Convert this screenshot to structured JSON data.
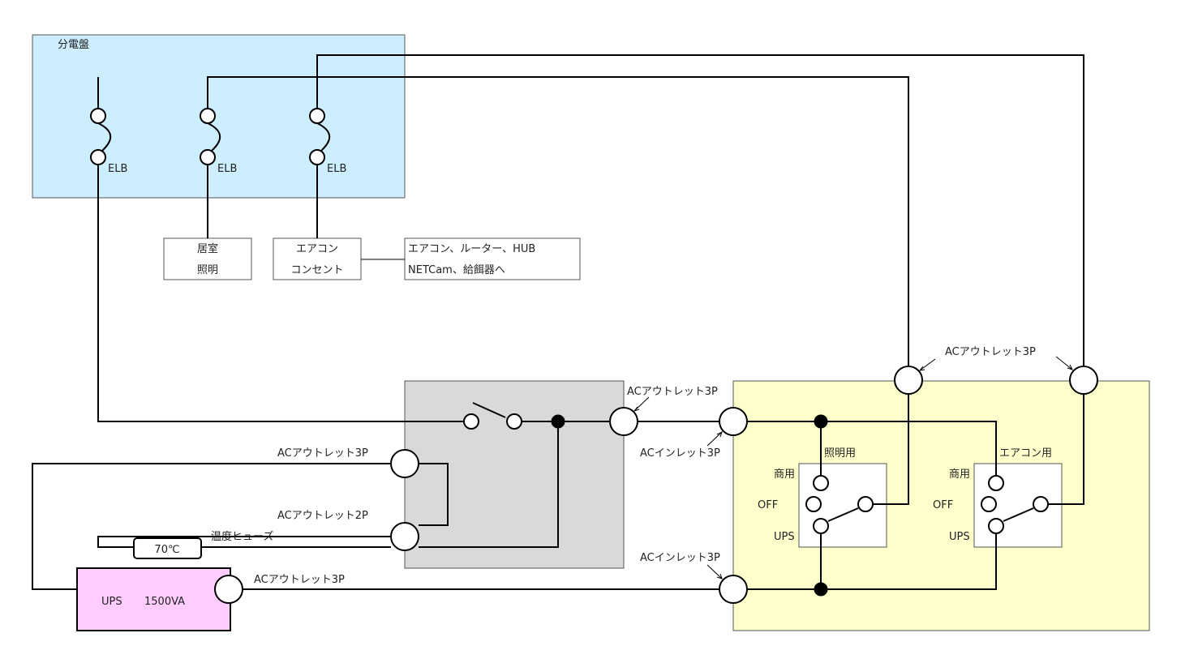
{
  "panel": {
    "title": "分電盤",
    "breakers": [
      "ELB",
      "ELB",
      "ELB"
    ],
    "fill": "#cdeeff"
  },
  "lighting_box": {
    "line1": "居室",
    "line2": "照明"
  },
  "aircon_outlet_box": {
    "line1": "エアコン",
    "line2": "コンセント"
  },
  "devices_box": {
    "line1": "エアコン、ルーター、HUB",
    "line2": "NETCam、給餌器へ"
  },
  "gray_box": {
    "fill": "#d9d9d9",
    "outlet_top_label": "ACアウトレット3P",
    "outlet_left_top_label": "ACアウトレット3P",
    "outlet_left_bottom_label": "ACアウトレット2P",
    "fuse_label": "温度ヒューズ",
    "fuse_value": "70℃"
  },
  "ups": {
    "label": "UPS",
    "capacity": "1500VA",
    "outlet_label": "ACアウトレット3P",
    "fill": "#ffccff",
    "border": "#000000"
  },
  "yellow_box": {
    "fill": "#ffffcc",
    "top_outlet_label": "ACアウトレット3P",
    "inlet_top_label": "ACインレット3P",
    "inlet_bottom_label": "ACインレット3P",
    "switch_lighting": {
      "title": "照明用",
      "pos": [
        "商用",
        "OFF",
        "UPS"
      ]
    },
    "switch_aircon": {
      "title": "エアコン用",
      "pos": [
        "商用",
        "OFF",
        "UPS"
      ]
    }
  }
}
